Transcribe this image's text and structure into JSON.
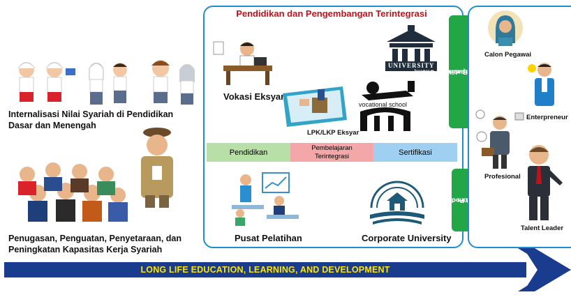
{
  "left": {
    "caption_1_line1": "Internalisasi Nilai Syariah di Pendidikan",
    "caption_1_line2": "Dasar dan Menengah",
    "caption_2_line1": "Penugasan, Penguatan, Penyetaraan, dan",
    "caption_2_line2": "Peningkatan Kapasitas Kerja Syariah"
  },
  "center": {
    "title": "Pendidikan dan Pengembangan Terintegrasi",
    "vokasi": "Vokasi Eksyar",
    "university_sign": "UNIVERSITY",
    "vocational_school": "vocational school",
    "lpk": "LPK/LKP Eksyar",
    "band": {
      "pendidikan": "Pendidikan",
      "pembelajaran_line1": "Pembelajaran",
      "pembelajaran_line2": "Terintegrasi",
      "sertifikasi": "Sertifikasi"
    },
    "pusat": "Pusat Pelatihan",
    "corporate": "Corporate University"
  },
  "tabs": {
    "asesmen_line1": "Asesmen Kapabilitas, Ukom,",
    "asesmen_line2": "dan Real Business",
    "ukom_line1": "Ukom dan",
    "ukom_line2": "Talent Pool"
  },
  "right": {
    "calon": "Calon Pegawai",
    "entrepreneur": "Enterpreneur",
    "profesional": "Profesional",
    "talent_leader": "Talent Leader"
  },
  "arrow": {
    "text": "LONG LIFE EDUCATION, LEARNING, AND DEVELOPMENT"
  },
  "colors": {
    "frame_blue": "#1e8ed0",
    "band_green": "#b8dfa7",
    "band_pink": "#f4a7a9",
    "band_blue": "#9fd0f2",
    "tab_green": "#22a646",
    "arrow_navy": "#1a3c8f",
    "arrow_text": "#ffe600",
    "title_red": "#c0121b"
  }
}
